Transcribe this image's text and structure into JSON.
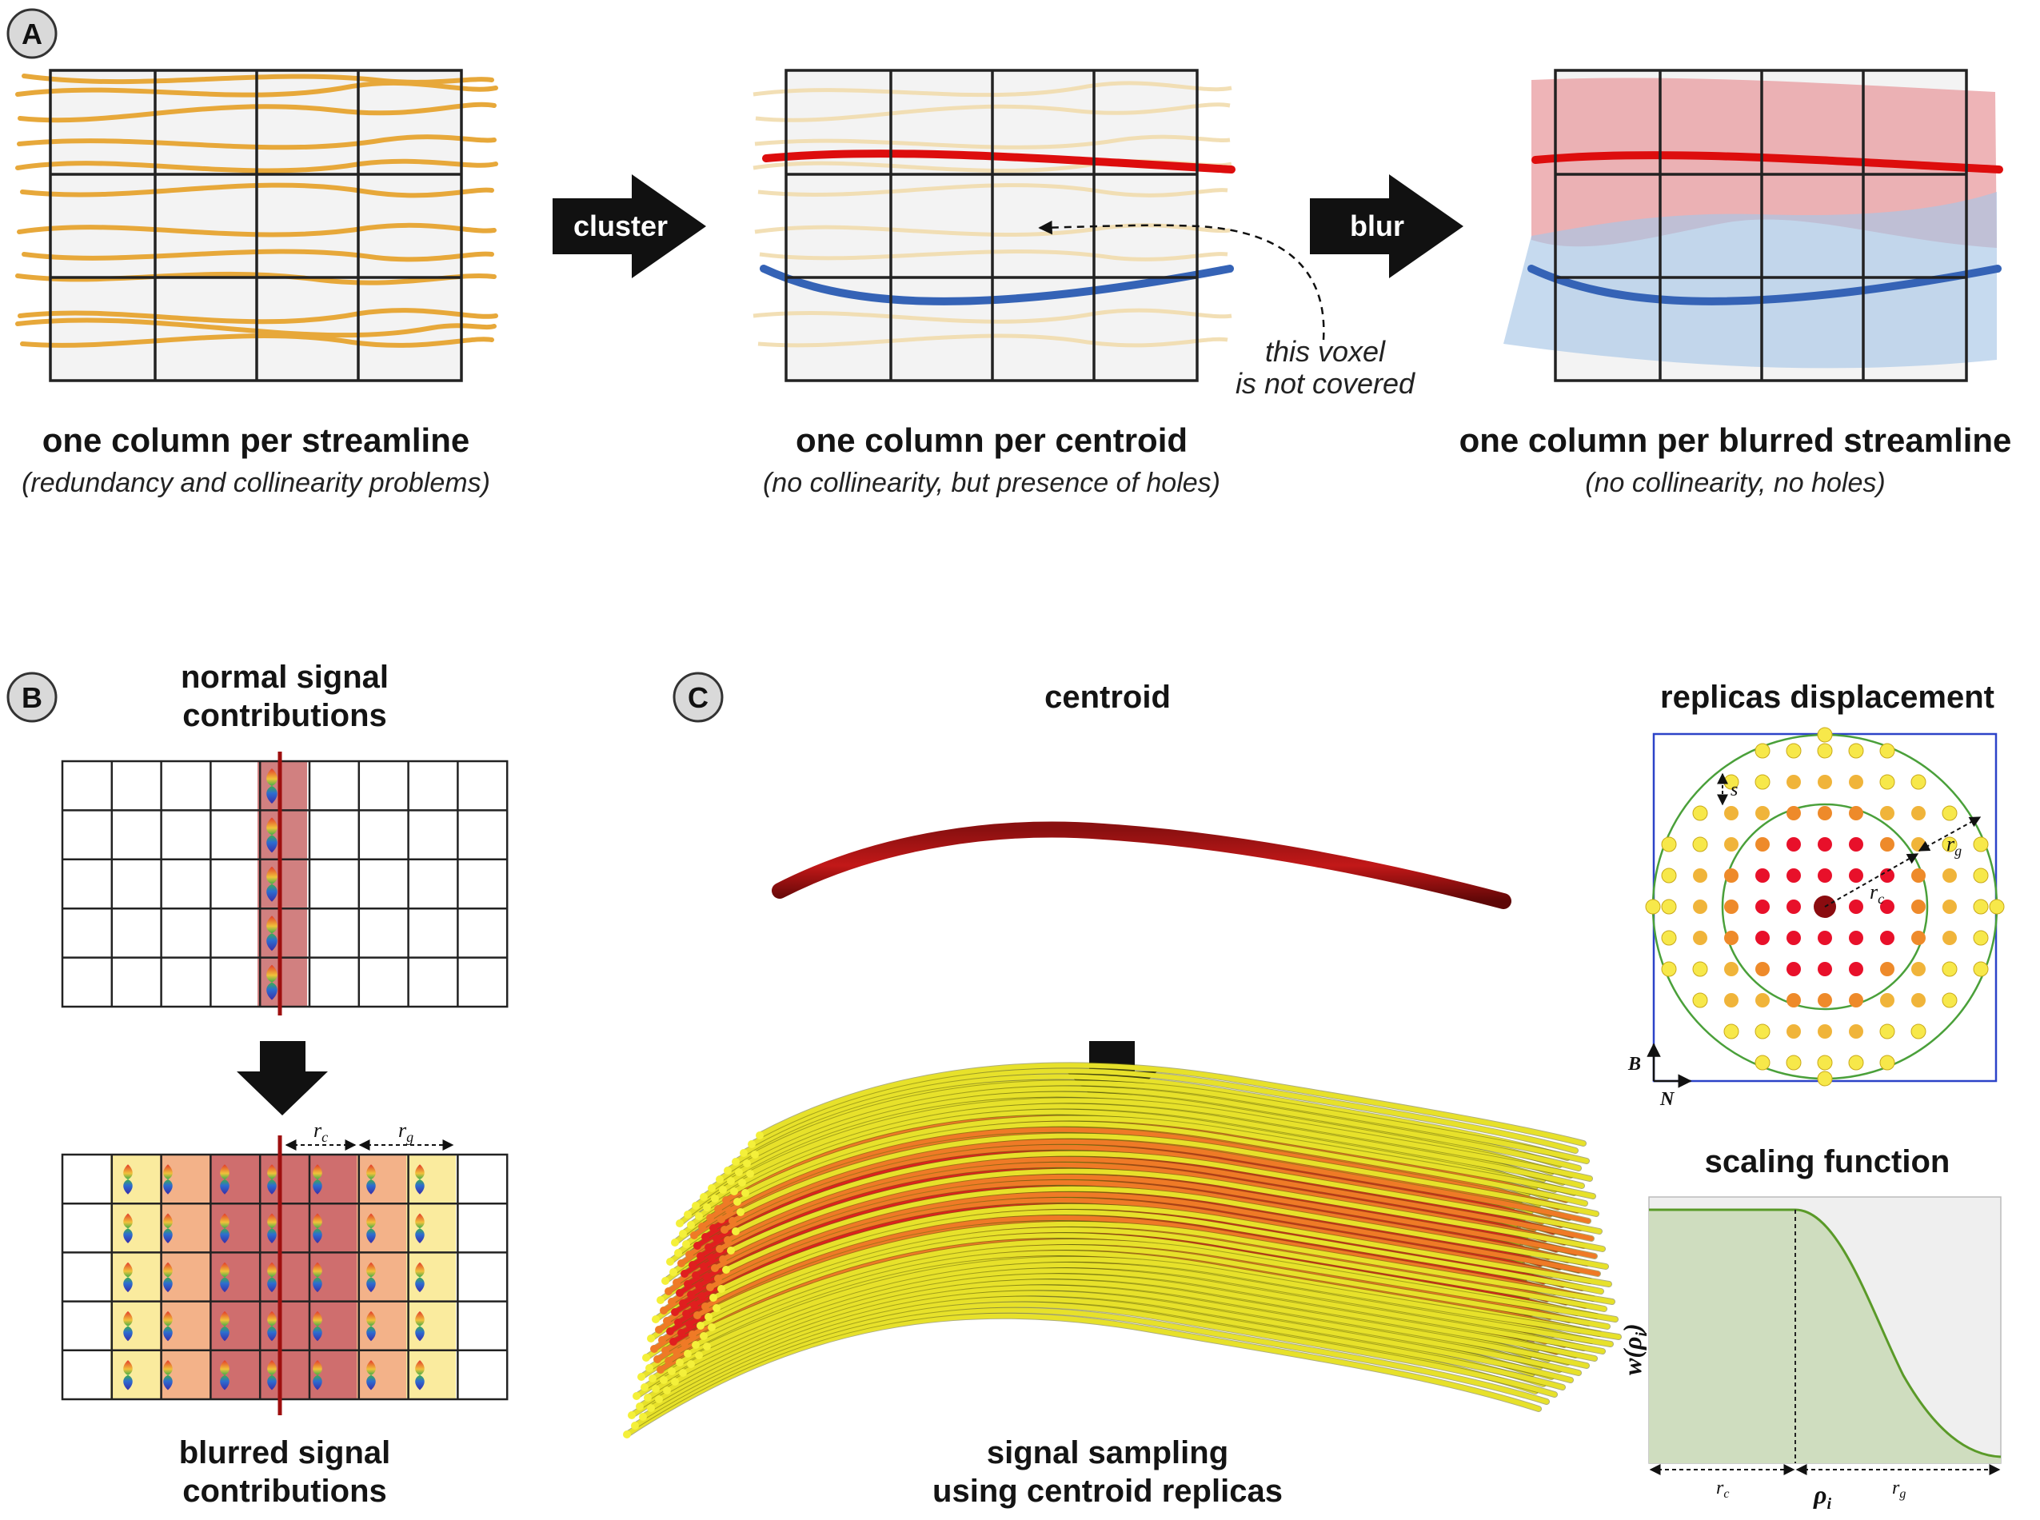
{
  "panels": {
    "A": {
      "letter": "A",
      "arrow_cluster": "cluster",
      "arrow_blur": "blur",
      "annotation_line1": "this voxel",
      "annotation_line2": "is not covered",
      "col1_title": "one column per streamline",
      "col1_caption": "(redundancy and collinearity problems)",
      "col2_title": "one column per centroid",
      "col2_caption": "(no collinearity, but presence of holes)",
      "col3_title": "one column per blurred streamline",
      "col3_caption": "(no collinearity, no holes)"
    },
    "B": {
      "letter": "B",
      "top_title_line1": "normal signal",
      "top_title_line2": "contributions",
      "label_rc": "r",
      "label_rc_sub": "c",
      "label_rg": "r",
      "label_rg_sub": "g",
      "bottom_title_line1": "blurred signal",
      "bottom_title_line2": "contributions"
    },
    "C": {
      "letter": "C",
      "centroid_title": "centroid",
      "sampling_line1": "signal sampling",
      "sampling_line2": "using centroid replicas",
      "replicas_title": "replicas displacement",
      "label_s": "s",
      "label_rc": "r",
      "label_rc_sub": "c",
      "label_rg": "r",
      "label_rg_sub": "g",
      "axis_B": "B",
      "axis_N": "N",
      "scaling_title": "scaling function",
      "ylabel": "w(ρ",
      "ylabel_sub": "i",
      "ylabel_close": ")",
      "xlabel": "ρ",
      "xlabel_sub": "i",
      "x_rc": "r",
      "x_rc_sub": "c",
      "x_rg": "r",
      "x_rg_sub": "g"
    }
  },
  "colors": {
    "streamline_orange": "#e7a83a",
    "centroid_red": "#dd0d0d",
    "centroid_blue": "#3563b6",
    "blur_red_fill": "#e79498",
    "blur_blue_fill": "#a7c6e6",
    "grid_bg": "#f3f3f3",
    "scaling_fill": "#cfddbf",
    "scaling_line": "#5a9a28",
    "replica_core": "#e8102a",
    "replica_mid": "#ee8a2a",
    "replica_outer": "#f7e84a"
  }
}
